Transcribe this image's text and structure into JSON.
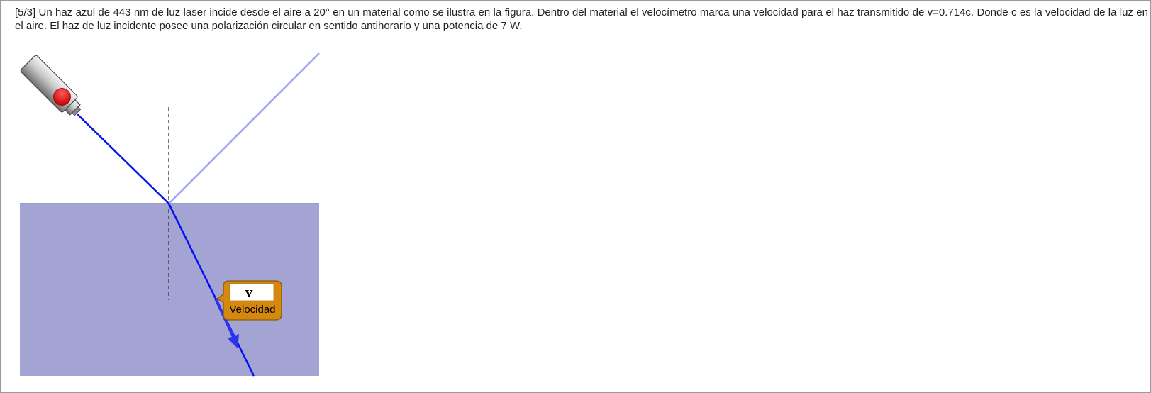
{
  "problem": {
    "id": "[5/3]",
    "statement": "Un haz azul de 443 nm de luz laser incide desde el aire a 20° en un material como se ilustra en la figura. Dentro del material el velocímetro marca una velocidad para el haz transmitido de v=0.714c. Donde c es la velocidad de la luz en el aire. El haz de luz incidente posee una polarización circular en sentido antihorario y una potencia de 7 W."
  },
  "figure": {
    "meter": {
      "symbol": "v",
      "label": "Velocidad"
    },
    "colors": {
      "material": "#a4a4d4",
      "material_edge": "#7e7eae",
      "incident_beam": "#0a14e8",
      "reflected_beam": "#a2a6f2",
      "refracted_beam": "#0a14e8",
      "normal_line": "#333333",
      "laser_body": "#9a9a9a",
      "laser_button": "#dd0000",
      "meter_box": "#d4890e",
      "meter_border": "#8a5a08"
    },
    "icons": [
      "laser-pointer-icon",
      "velocity-arrow-icon"
    ]
  }
}
